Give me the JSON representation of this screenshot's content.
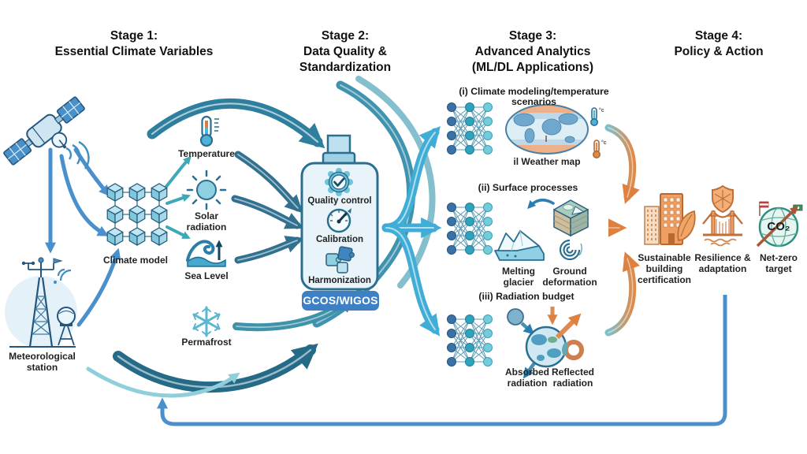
{
  "stage_headers": [
    {
      "lines": [
        "Stage 1:",
        "Essential Climate Variables"
      ]
    },
    {
      "lines": [
        "Stage 2:",
        "Data Quality &",
        "Standardization"
      ]
    },
    {
      "lines": [
        "Stage 3:",
        "Advanced Analytics",
        "(ML/DL Applications)"
      ]
    },
    {
      "lines": [
        "Stage 4:",
        "Policy & Action"
      ]
    }
  ],
  "stage1": {
    "met_station": {
      "lines": [
        "Meteorological",
        "station"
      ]
    },
    "climate_model": {
      "label": "Climate model"
    },
    "variables": [
      {
        "id": "temperature",
        "lines": [
          "Temperature"
        ]
      },
      {
        "id": "solar-radiation",
        "lines": [
          "Solar",
          "radiation"
        ]
      },
      {
        "id": "sea-level",
        "lines": [
          "Sea Level"
        ]
      },
      {
        "id": "permafrost",
        "lines": [
          "Permafrost"
        ]
      }
    ]
  },
  "stage2": {
    "pipeline_steps": [
      "Quality control",
      "Calibration",
      "Harmonization"
    ],
    "badge_label": "GCOS/WIGOS"
  },
  "stage3": {
    "rows": [
      {
        "heading": "(i) Climate modeling/temperature scenarios",
        "caption": "il Weather map",
        "thermometer_unit": "°c"
      },
      {
        "heading": "(ii) Surface processes",
        "captions": [
          {
            "lines": [
              "Melting",
              "glacier"
            ]
          },
          {
            "lines": [
              "Ground",
              "deformation"
            ]
          }
        ]
      },
      {
        "heading": "(iii) Radiation budget",
        "captions": [
          {
            "lines": [
              "Absorbed",
              "radiation"
            ]
          },
          {
            "lines": [
              "Reflected",
              "radiation"
            ]
          }
        ]
      }
    ]
  },
  "stage4": {
    "items": [
      {
        "lines": [
          "Sustainable",
          "building",
          "certification"
        ]
      },
      {
        "lines": [
          "Resilience &",
          "adaptation"
        ]
      },
      {
        "lines": [
          "Net-zero",
          "target"
        ]
      }
    ],
    "co2_label": "CO₂"
  },
  "colors": {
    "teal_flow": "#2e7f9d",
    "steel_flow": "#31708f",
    "cyan_flow": "#3fadd6",
    "blue_arrow": "#4a90cc",
    "orange_flow": "#df8a4a",
    "badge_bg": "#3d80c4",
    "funnel_fill": "#e8f4f9",
    "funnel_border": "#2a6f8f",
    "header_text": "#111111",
    "caption_text": "#222222"
  }
}
